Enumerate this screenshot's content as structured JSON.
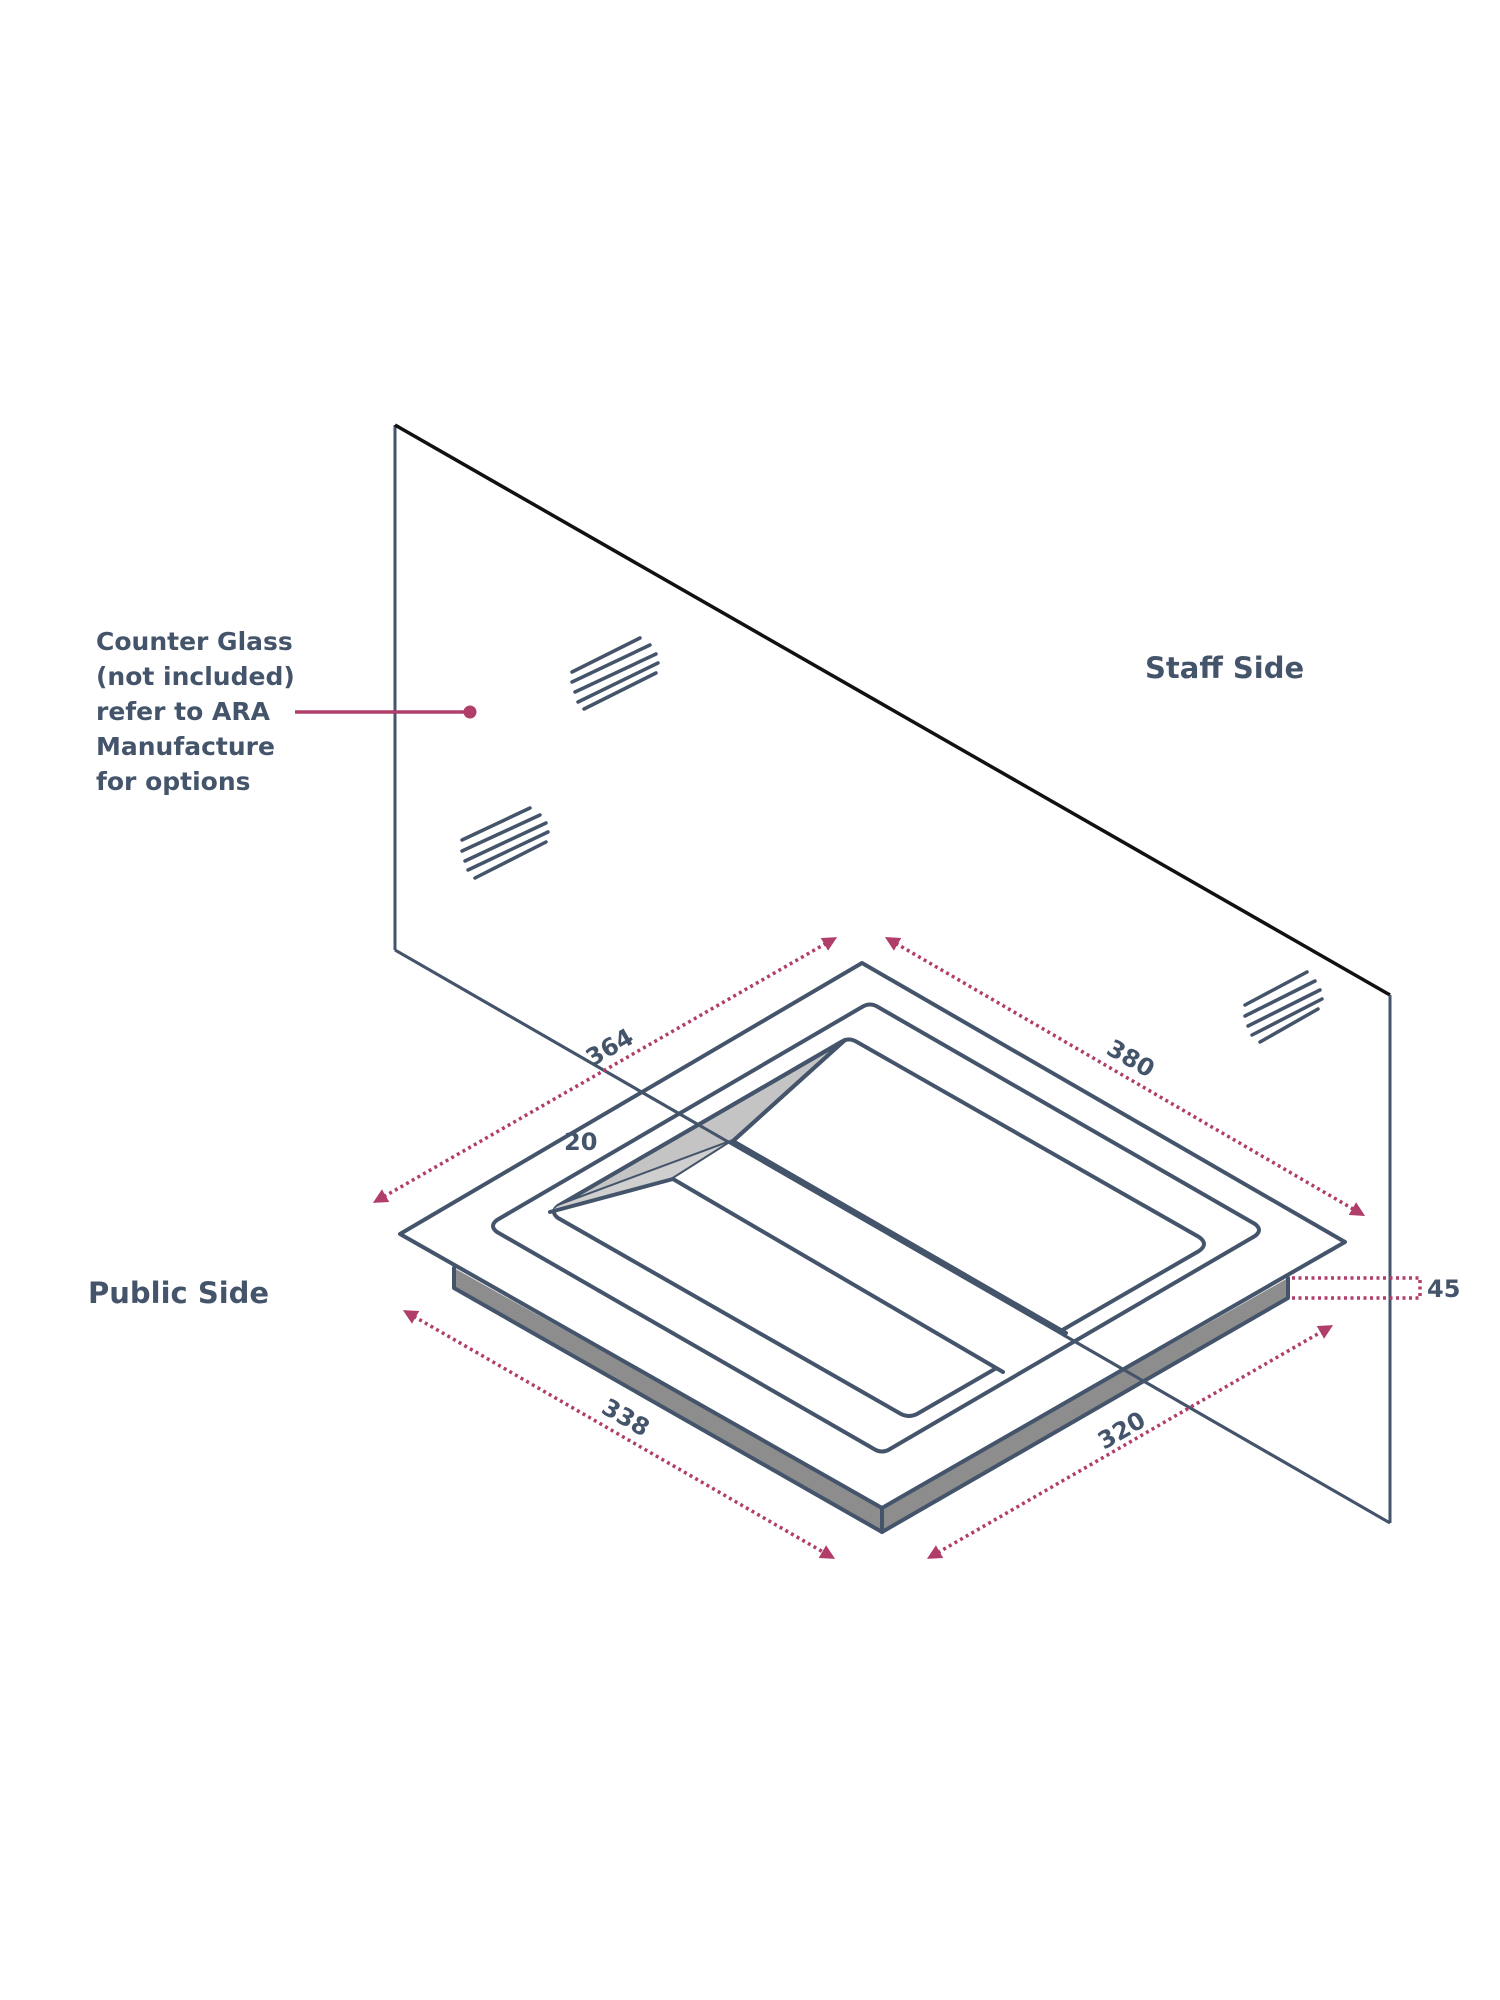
{
  "labels": {
    "staff_side": "Staff Side",
    "public_side": "Public Side",
    "counter_glass": [
      "Counter Glass",
      "(not included)",
      "refer to ARA",
      "Manufacture",
      "for options"
    ]
  },
  "dimensions": {
    "top_left": "364",
    "top_right": "380",
    "bottom_left": "338",
    "bottom_right": "320",
    "depth": "45",
    "lip": "20"
  },
  "colors": {
    "outline": "#44546a",
    "accent": "#b03d6a",
    "tray_fill": "#d3d3d3",
    "base_fill": "#8d8d8d",
    "glass_edge": "#111111"
  }
}
